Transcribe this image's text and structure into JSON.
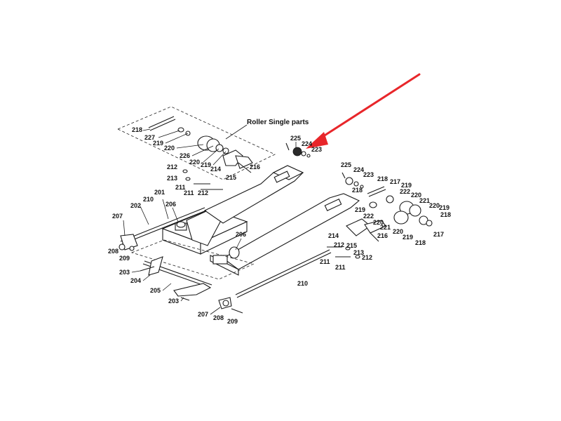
{
  "title": "Roller Single parts",
  "colors": {
    "arrow": "#e8262a",
    "line": "#1a1a1a"
  },
  "labels": {
    "l218a": "218",
    "l227": "227",
    "l219a": "219",
    "l220a": "220",
    "l226": "226",
    "l220b": "220",
    "l219b": "219",
    "l214a": "214",
    "l216a": "216",
    "l215a": "215",
    "l212a": "212",
    "l213a": "213",
    "l211a": "211",
    "l212b": "212",
    "l225a": "225",
    "l224a": "224",
    "l223a": "223",
    "l225b": "225",
    "l224b": "224",
    "l223b": "223",
    "l218b": "218",
    "l218c": "218",
    "l217a": "217",
    "l219c": "219",
    "l222a": "222",
    "l220c": "220",
    "l221a": "221",
    "l220d": "220",
    "l219d": "219",
    "l218d": "218",
    "l219e": "219",
    "l222b": "222",
    "l220e": "220",
    "l221b": "221",
    "l220f": "220",
    "l219f": "219",
    "l218e": "218",
    "l217b": "217",
    "l214b": "214",
    "l216b": "216",
    "l215b": "215",
    "l212c": "212",
    "l213b": "213",
    "l211b": "211",
    "l211c": "211",
    "l212d": "212",
    "l201": "201",
    "l210a": "210",
    "l206a": "206",
    "l202": "202",
    "l207a": "207",
    "l208a": "208",
    "l209a": "209",
    "l206b": "206",
    "l203a": "203",
    "l204": "204",
    "l205": "205",
    "l203b": "203",
    "l210b": "210",
    "l207b": "207",
    "l208b": "208",
    "l209b": "209"
  }
}
